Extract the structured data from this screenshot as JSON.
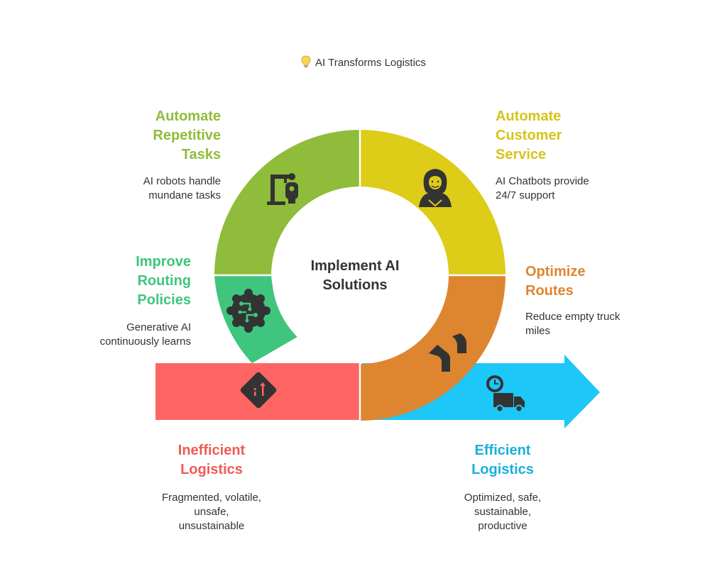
{
  "title": "AI Transforms Logistics",
  "center": {
    "line1": "Implement AI",
    "line2": "Solutions"
  },
  "colors": {
    "green": "#8FBC3A",
    "yellow": "#DDCC18",
    "teal": "#3FC57E",
    "orange": "#DE8530",
    "red": "#FF6663",
    "blue": "#1DC7F7",
    "icon": "#333333"
  },
  "sections": {
    "automate_tasks": {
      "heading": [
        "Automate",
        "Repetitive",
        "Tasks"
      ],
      "description": [
        "AI robots handle",
        "mundane tasks"
      ],
      "icon": "robot-arm-icon"
    },
    "customer_service": {
      "heading": [
        "Automate",
        "Customer",
        "Service"
      ],
      "description": [
        "AI Chatbots provide",
        "24/7 support"
      ],
      "icon": "support-agent-icon"
    },
    "routing_policies": {
      "heading": [
        "Improve",
        "Routing",
        "Policies"
      ],
      "description": [
        "Generative AI",
        "continuously learns"
      ],
      "icon": "ai-brain-icon"
    },
    "optimize_routes": {
      "heading": [
        "Optimize",
        "Routes"
      ],
      "description": [
        "Reduce empty truck",
        "miles"
      ],
      "icon": "route-icon"
    },
    "inefficient": {
      "heading": [
        "Inefficient",
        "Logistics"
      ],
      "description": [
        "Fragmented, volatile,",
        "unsafe,",
        "unsustainable"
      ],
      "icon": "road-sign-icon"
    },
    "efficient": {
      "heading": [
        "Efficient",
        "Logistics"
      ],
      "description": [
        "Optimized, safe,",
        "sustainable,",
        "productive"
      ],
      "icon": "delivery-truck-icon"
    }
  }
}
